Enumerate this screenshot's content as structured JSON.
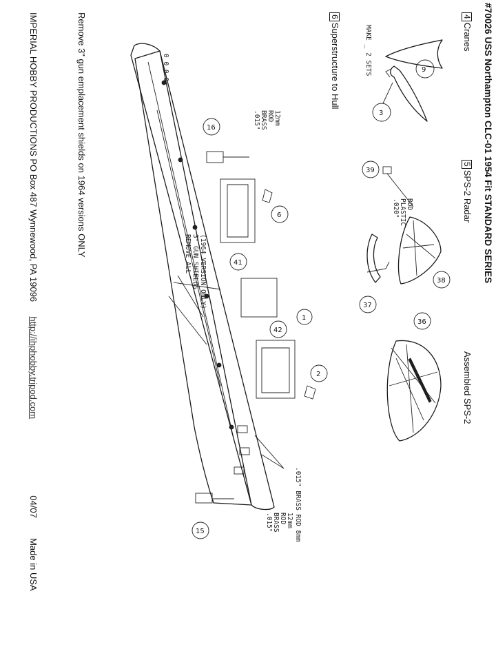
{
  "header": {
    "title": "#70026 USS Northampton CLC-01 1954 Fit  STANDARD SERIES"
  },
  "steps": [
    {
      "number": "4",
      "label": "Cranes"
    },
    {
      "number": "5",
      "label": "SPS-2 Radar"
    },
    {
      "number": "6",
      "label": "Superstructure to Hull"
    }
  ],
  "assembled_label": "Assembled SPS-2",
  "notes": {
    "make_sets": "MAKE _ 2 SETS",
    "remove_shields": "Remove 3\" gun emplacement shields on 1964 versions ONLY"
  },
  "handwritten": {
    "rod_12mm_top": [
      ".015\"",
      "BRASS",
      "ROD",
      "12mm"
    ],
    "rod_12mm_bottom": [
      ".015\"",
      "BRASS",
      "ROD",
      "12mm"
    ],
    "rod_020": [
      ".020\"",
      "PLASTIC",
      "ROD"
    ],
    "rod_8mm": ".015\" BRASS ROD 8mm",
    "remove_all": [
      "REMOVE ALL",
      "3\" GUN SHIELDS",
      "(1964 VERSION ONLY)"
    ]
  },
  "part_numbers": [
    "9",
    "3",
    "39",
    "38",
    "37",
    "36",
    "16",
    "6",
    "41",
    "1",
    "42",
    "2",
    "15"
  ],
  "footer": {
    "company": "IMPERIAL HOBBY PRODUCTIONS  PO Box 487  Wynnewood, PA 19096",
    "url": "http://ihphobby.tripod.com",
    "date": "04/07",
    "made_in": "Made in USA"
  }
}
